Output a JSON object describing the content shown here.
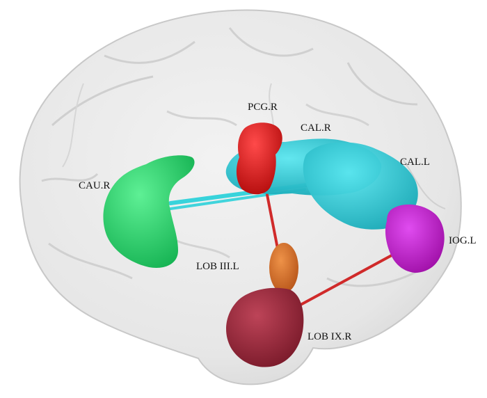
{
  "figure": {
    "regions": [
      {
        "id": "pcg-r",
        "label": "PCG.R",
        "color": "#d62020"
      },
      {
        "id": "cal-r",
        "label": "CAL.R",
        "color": "#20c2cc"
      },
      {
        "id": "cal-l",
        "label": "CAL.L",
        "color": "#20c2cc"
      },
      {
        "id": "cau-r",
        "label": "CAU.R",
        "color": "#22d46a"
      },
      {
        "id": "iog-l",
        "label": "IOG.L",
        "color": "#c21ec8"
      },
      {
        "id": "lob3-l",
        "label": "LOB III.L",
        "color": "#d2732a"
      },
      {
        "id": "lob9-r",
        "label": "LOB IX.R",
        "color": "#9a2a3a"
      }
    ],
    "connections": [
      {
        "from": "CAU.R",
        "to": "CAL.R",
        "color": "#30d6de"
      },
      {
        "from": "CAU.R",
        "to": "CAL.L",
        "color": "#30d6de"
      },
      {
        "from": "PCG.R",
        "to": "LOB III.L",
        "color": "#d23030"
      },
      {
        "from": "LOB IX.R",
        "to": "IOG.L",
        "color": "#d23030"
      }
    ],
    "brain_color": "#e4e4e4"
  }
}
